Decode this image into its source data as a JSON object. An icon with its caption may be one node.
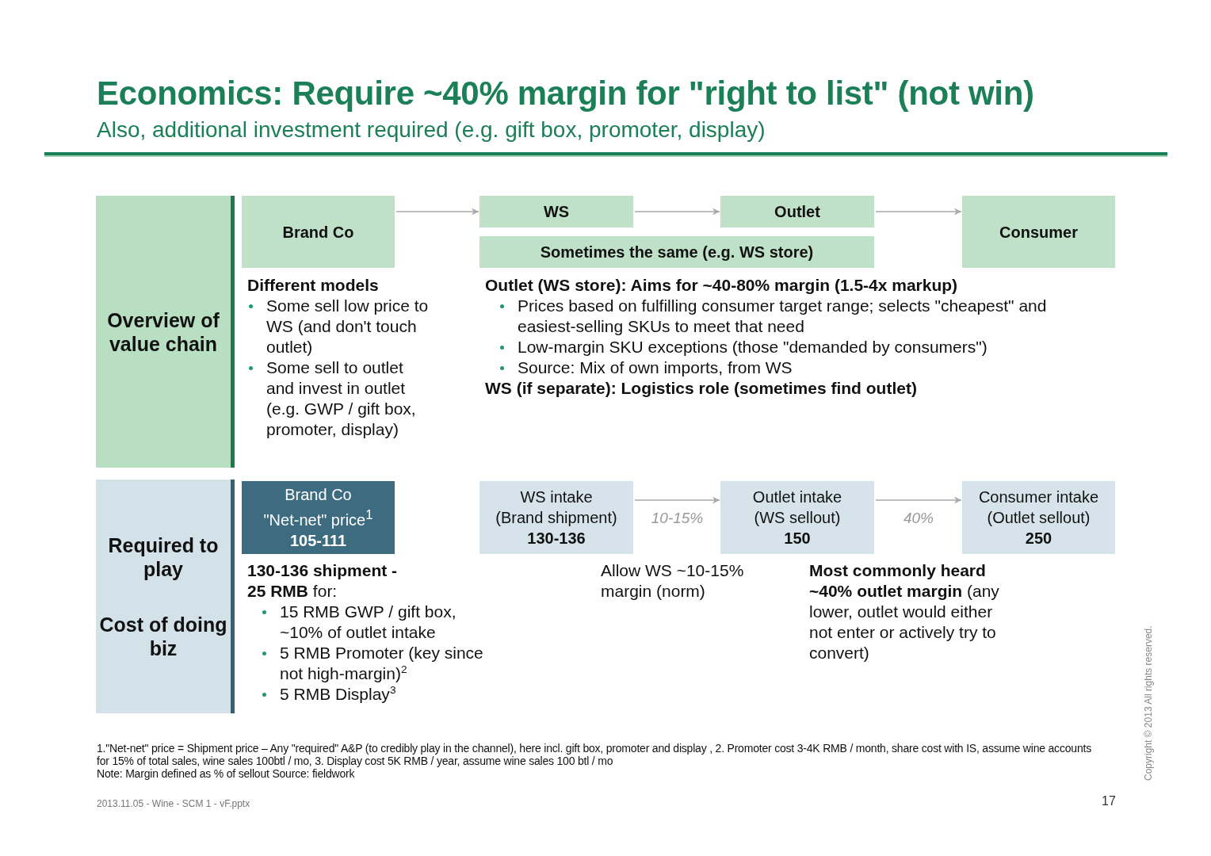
{
  "diagram": {
    "title": "Economics: Require ~40% margin for \"right to list\" (not win)",
    "nodes": [
      {
        "text": [
          "Overview of value chain"
        ]
      },
      {
        "text": [
          "Brand Co"
        ]
      },
      {
        "text": [
          "WS"
        ]
      },
      {
        "text": [
          "Outlet"
        ]
      },
      {
        "text": [
          "Consumer"
        ]
      },
      {
        "text": [
          "Sometimes the same (e.g. WS store)"
        ]
      },
      {
        "text": [
          "Required to play",
          "Cost of doing biz"
        ]
      },
      {
        "text": [
          "Brand Co",
          "\"Net-net\" price$^{1}$",
          "105-111"
        ]
      },
      {
        "text": [
          "WS intake",
          "(Brand shipment)",
          "130-136"
        ]
      },
      {
        "text": [
          "Outlet intake",
          "(WS sellout)",
          "150"
        ]
      },
      {
        "text": [
          "Consumer intake",
          "(Outlet sellout)",
          "250"
        ]
      }
    ],
    "edges": [
      {
        "from": 1,
        "to": 2,
        "arrow": "to"
      },
      {
        "from": 2,
        "to": 3,
        "arrow": "to"
      },
      {
        "from": 3,
        "to": 4,
        "arrow": "to"
      },
      {
        "from": 8,
        "to": 9,
        "arrow": "to",
        "label": "10-15%"
      },
      {
        "from": 9,
        "to": 10,
        "arrow": "to",
        "label": "40%"
      }
    ],
    "labels": [
      "Also, additional investment required (e.g. gift box, promoter, display)",
      "Different models",
      "Some sell low price to WS (and don't touch outlet)",
      "Some sell to outlet and invest in outlet (e.g. GWP / gift box, promoter, display)",
      "Outlet (WS store): Aims for ~40-80% margin (1.5-4x markup)",
      "Prices based on fulfilling consumer target range; selects \"cheapest\" and easiest-selling SKUs to meet that need",
      "Low-margin SKU exceptions (those \"demanded by consumers\")",
      "Source: Mix of own imports, from WS",
      "WS (if separate): Logistics role (sometimes find outlet)",
      "**130-136 shipment - 25 RMB** for:",
      "15 RMB GWP / gift box, ~10% of outlet intake",
      "5 RMB Promoter (key since not high-margin)$^{2}$",
      "5 RMB Display$^{3}$",
      "Allow WS ~10-15% margin (norm)",
      "**Most commonly heard ~40% outlet margin** (any lower, outlet would either not enter or actively try to convert)",
      "1.\"Net-net\" price = Shipment price –  Any \"required\" A&P (to credibly play in the channel), here incl. gift box, promoter and display , 2. Promoter cost 3-4K RMB / month, share cost with IS, assume wine accounts for 15% of total sales, wine sales 100btl / mo, 3. Display cost 5K RMB / year, assume wine sales 100 btl / mo",
      "Note: Margin defined as % of sellout Source: fieldwork",
      "2013.11.05 - Wine - SCM 1 - vF.pptx",
      "17",
      "Copyright © 2013 All rights reserved."
    ]
  }
}
